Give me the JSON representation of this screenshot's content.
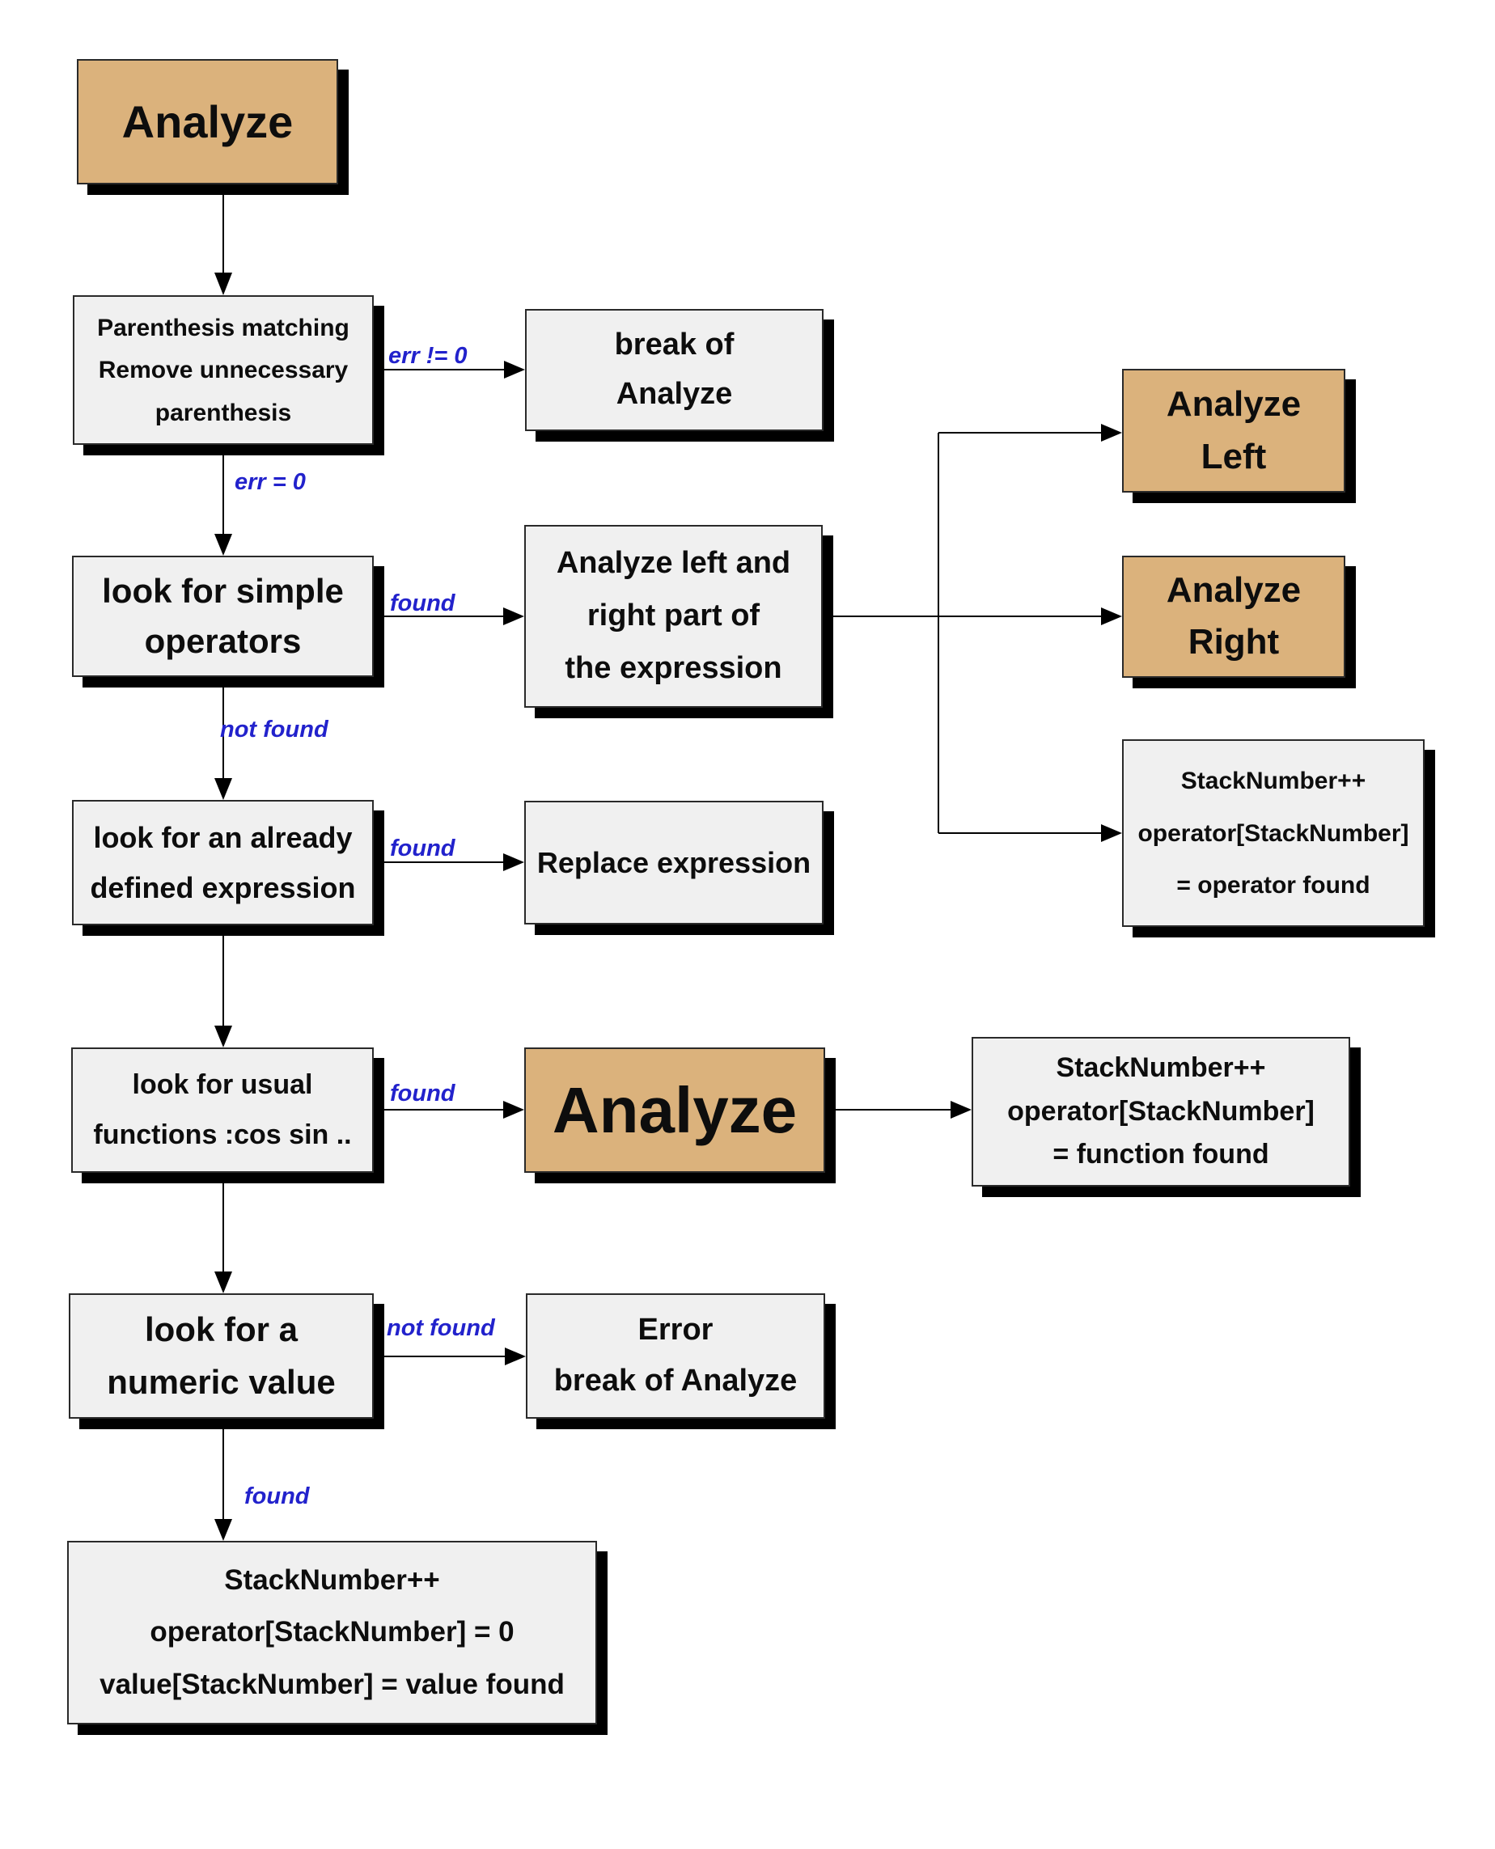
{
  "diagram": {
    "background": "#ffffff",
    "box_fill_gray": "#f0f0f0",
    "box_fill_tan": "#dbb27c",
    "edge_label_blue": "#2222cc",
    "shadow": "#000000",
    "connector_color": "#000000"
  },
  "boxes": {
    "analyze_start": {
      "lines": [
        "Analyze"
      ]
    },
    "paren": {
      "lines": [
        "Parenthesis matching",
        "Remove unnecessary",
        "parenthesis"
      ]
    },
    "break_analyze": {
      "lines": [
        "break of",
        "Analyze"
      ]
    },
    "simple_ops": {
      "lines": [
        "look for simple",
        "operators"
      ]
    },
    "analyze_lr": {
      "lines": [
        "Analyze left and",
        "right part of",
        "the expression"
      ]
    },
    "analyze_left": {
      "lines": [
        "Analyze",
        "Left"
      ]
    },
    "analyze_right": {
      "lines": [
        "Analyze",
        "Right"
      ]
    },
    "stack_operator": {
      "lines": [
        "StackNumber++",
        "operator[StackNumber]",
        "= operator found"
      ]
    },
    "defined_expr": {
      "lines": [
        "look for an already",
        "defined expression"
      ]
    },
    "replace_expr": {
      "lines": [
        "Replace expression"
      ]
    },
    "usual_funcs": {
      "lines": [
        "look for usual",
        "functions :cos sin .."
      ]
    },
    "analyze_recurse": {
      "lines": [
        "Analyze"
      ]
    },
    "stack_function": {
      "lines": [
        "StackNumber++",
        "operator[StackNumber]",
        "= function found"
      ]
    },
    "numeric_value": {
      "lines": [
        "look for a",
        "numeric value"
      ]
    },
    "error_break": {
      "lines": [
        "Error",
        "break of Analyze"
      ]
    },
    "stack_value": {
      "lines": [
        "StackNumber++",
        "operator[StackNumber] = 0",
        "value[StackNumber] = value found"
      ]
    }
  },
  "edge_labels": {
    "err_neq": "err != 0",
    "err_eq": "err = 0",
    "found_ops": "found",
    "not_found_ops": "not found",
    "found_expr": "found",
    "found_funcs": "found",
    "not_found_value": "not found",
    "found_value": "found"
  }
}
